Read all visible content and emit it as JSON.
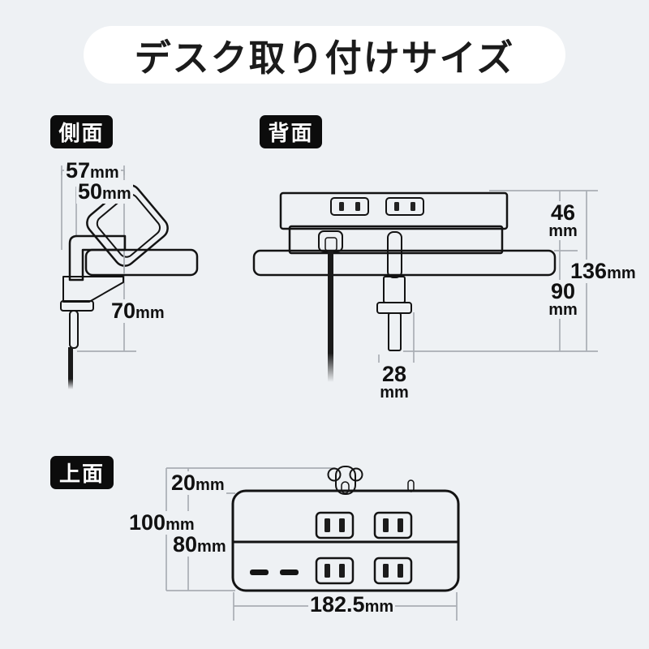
{
  "title": "デスク取り付けサイズ",
  "sections": {
    "side": "側面",
    "back": "背面",
    "top": "上面"
  },
  "dims": {
    "d57": {
      "value": "57",
      "unit": "mm"
    },
    "d50": {
      "value": "50",
      "unit": "mm"
    },
    "d70": {
      "value": "70",
      "unit": "mm"
    },
    "d46": {
      "value": "46",
      "unit": "mm"
    },
    "d136": {
      "value": "136",
      "unit": "mm"
    },
    "d90": {
      "value": "90",
      "unit": "mm"
    },
    "d28": {
      "value": "28",
      "unit": "mm"
    },
    "d20": {
      "value": "20",
      "unit": "mm"
    },
    "d100": {
      "value": "100",
      "unit": "mm"
    },
    "d80": {
      "value": "80",
      "unit": "mm"
    },
    "d182": {
      "value": "182.5",
      "unit": "mm"
    }
  },
  "colors": {
    "background": "#eef1f4",
    "label_bg": "#0c0c0c",
    "product_body": "#333333",
    "desk": "#ffffff",
    "dimension_line": "#a9aeb4"
  }
}
